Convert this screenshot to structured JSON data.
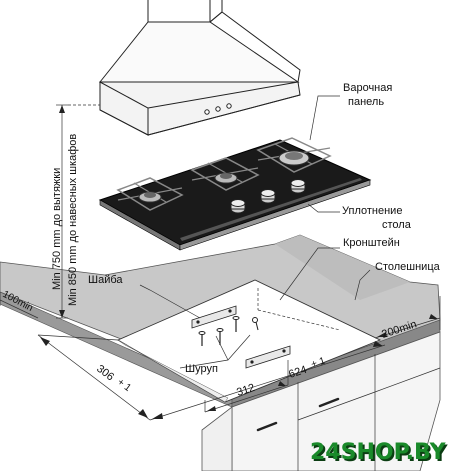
{
  "labels": {
    "hob_panel_line1": "Варочная",
    "hob_panel_line2": "панель",
    "seal_line1": "Уплотнение",
    "seal_line2": "стола",
    "bracket": "Кронштейн",
    "countertop": "Столешница",
    "washer": "Шайба",
    "screw": "Шуруп"
  },
  "dimensions": {
    "hood_clearance_1": "Min 750 mm до вытяжки",
    "hood_clearance_2": "Min 850 mm до навесных шкафов",
    "wall_gap": "100min",
    "side_gap": "200min",
    "cutout_depth": "306",
    "cutout_depth_tol": "+ 1",
    "cutout_width": "624",
    "cutout_width_tol": "+ 1",
    "bracket_spacing": "312"
  },
  "watermark": "24SHOP.BY"
}
